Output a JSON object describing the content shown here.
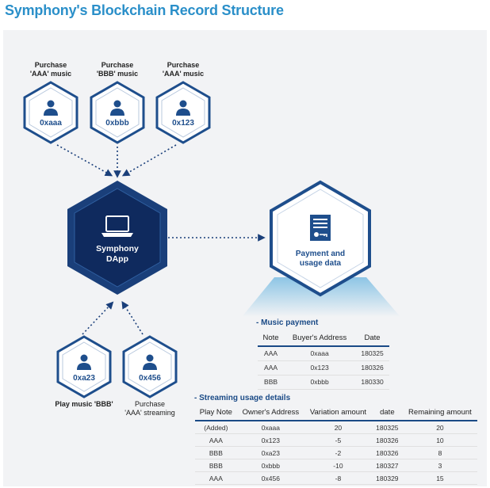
{
  "title": "Symphony's Blockchain Record Structure",
  "users_top": [
    {
      "label_line1": "Purchase",
      "label_line2": "'AAA' music",
      "address": "0xaaa"
    },
    {
      "label_line1": "Purchase",
      "label_line2": "'BBB' music",
      "address": "0xbbb"
    },
    {
      "label_line1": "Purchase",
      "label_line2": "'AAA' music",
      "address": "0x123"
    }
  ],
  "users_bottom": [
    {
      "address": "0xa23",
      "label_line1": "Play music 'BBB'",
      "label_line2": ""
    },
    {
      "address": "0x456",
      "label_line1": "Purchase",
      "label_line2": "'AAA' streaming"
    }
  ],
  "dapp": {
    "line1": "Symphony",
    "line2": "DApp"
  },
  "store": {
    "line1": "Payment and",
    "line2": "usage data"
  },
  "music_payment": {
    "heading": "- Music payment",
    "columns": [
      "Note",
      "Buyer's Address",
      "Date"
    ],
    "rows": [
      [
        "AAA",
        "0xaaa",
        "180325"
      ],
      [
        "AAA",
        "0x123",
        "180326"
      ],
      [
        "BBB",
        "0xbbb",
        "180330"
      ]
    ]
  },
  "streaming_usage": {
    "heading": "- Streaming usage details",
    "columns": [
      "Play Note",
      "Owner's Address",
      "Variation amount",
      "date",
      "Remaining amount"
    ],
    "rows": [
      [
        "(Added)",
        "0xaaa",
        "20",
        "180325",
        "20"
      ],
      [
        "AAA",
        "0x123",
        "-5",
        "180326",
        "10"
      ],
      [
        "BBB",
        "0xa23",
        "-2",
        "180326",
        "8"
      ],
      [
        "BBB",
        "0xbbb",
        "-10",
        "180327",
        "3"
      ],
      [
        "AAA",
        "0x456",
        "-8",
        "180329",
        "15"
      ]
    ]
  },
  "colors": {
    "title": "#2a8fc9",
    "navy": "#1a3f7a",
    "dark_navy": "#0f2a5e",
    "accent": "#1e4e8c"
  }
}
